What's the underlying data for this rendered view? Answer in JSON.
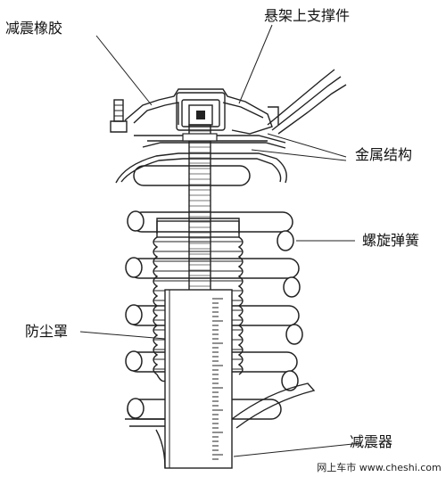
{
  "labels": {
    "rubber": "减震橡胶",
    "top_mount": "悬架上支撑件",
    "metal": "金属结构",
    "spring": "螺旋弹簧",
    "boot": "防尘罩",
    "damper": "减震器"
  },
  "watermark": "网上车市 www.cheshi.com"
}
